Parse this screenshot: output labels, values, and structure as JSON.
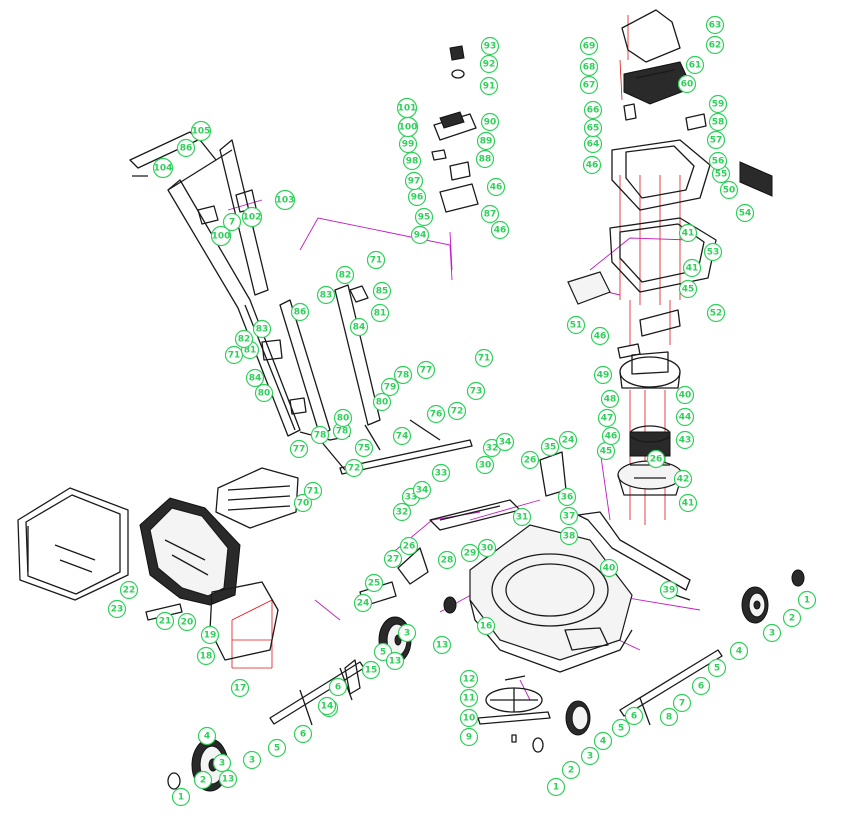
{
  "colors": {
    "callout": "#2fd05a",
    "leader": "#c41bc4",
    "assembly_line": "#e01515",
    "part_stroke": "#1a1a1a"
  },
  "callouts": [
    {
      "id": "1",
      "label": "1"
    },
    {
      "id": "2",
      "label": "2"
    },
    {
      "id": "3",
      "label": "3"
    },
    {
      "id": "4",
      "label": "4"
    },
    {
      "id": "5",
      "label": "5"
    },
    {
      "id": "6",
      "label": "6"
    },
    {
      "id": "7",
      "label": "7"
    },
    {
      "id": "8",
      "label": "8"
    },
    {
      "id": "9",
      "label": "9"
    },
    {
      "id": "10",
      "label": "10"
    },
    {
      "id": "11",
      "label": "11"
    },
    {
      "id": "12",
      "label": "12"
    },
    {
      "id": "13",
      "label": "13"
    },
    {
      "id": "14",
      "label": "14"
    },
    {
      "id": "15",
      "label": "15"
    },
    {
      "id": "16",
      "label": "16"
    },
    {
      "id": "17",
      "label": "17"
    },
    {
      "id": "18",
      "label": "18"
    },
    {
      "id": "19",
      "label": "19"
    },
    {
      "id": "20",
      "label": "20"
    },
    {
      "id": "21",
      "label": "21"
    },
    {
      "id": "22",
      "label": "22"
    },
    {
      "id": "23",
      "label": "23"
    },
    {
      "id": "24",
      "label": "24"
    },
    {
      "id": "25",
      "label": "25"
    },
    {
      "id": "26",
      "label": "26"
    },
    {
      "id": "27",
      "label": "27"
    },
    {
      "id": "28",
      "label": "28"
    },
    {
      "id": "29",
      "label": "29"
    },
    {
      "id": "30",
      "label": "30"
    },
    {
      "id": "31",
      "label": "31"
    },
    {
      "id": "32",
      "label": "32"
    },
    {
      "id": "33",
      "label": "33"
    },
    {
      "id": "34",
      "label": "34"
    },
    {
      "id": "35",
      "label": "35"
    },
    {
      "id": "36",
      "label": "36"
    },
    {
      "id": "37",
      "label": "37"
    },
    {
      "id": "38",
      "label": "38"
    },
    {
      "id": "39",
      "label": "39"
    },
    {
      "id": "40",
      "label": "40"
    },
    {
      "id": "41",
      "label": "41"
    },
    {
      "id": "42",
      "label": "42"
    },
    {
      "id": "43",
      "label": "43"
    },
    {
      "id": "44",
      "label": "44"
    },
    {
      "id": "45",
      "label": "45"
    },
    {
      "id": "46",
      "label": "46"
    },
    {
      "id": "47",
      "label": "47"
    },
    {
      "id": "48",
      "label": "48"
    },
    {
      "id": "49",
      "label": "49"
    },
    {
      "id": "50",
      "label": "50"
    },
    {
      "id": "51",
      "label": "51"
    },
    {
      "id": "52",
      "label": "52"
    },
    {
      "id": "53",
      "label": "53"
    },
    {
      "id": "54",
      "label": "54"
    },
    {
      "id": "55",
      "label": "55"
    },
    {
      "id": "56",
      "label": "56"
    },
    {
      "id": "57",
      "label": "57"
    },
    {
      "id": "58",
      "label": "58"
    },
    {
      "id": "59",
      "label": "59"
    },
    {
      "id": "60",
      "label": "60"
    },
    {
      "id": "61",
      "label": "61"
    },
    {
      "id": "62",
      "label": "62"
    },
    {
      "id": "63",
      "label": "63"
    },
    {
      "id": "64",
      "label": "64"
    },
    {
      "id": "65",
      "label": "65"
    },
    {
      "id": "66",
      "label": "66"
    },
    {
      "id": "67",
      "label": "67"
    },
    {
      "id": "68",
      "label": "68"
    },
    {
      "id": "69",
      "label": "69"
    },
    {
      "id": "70",
      "label": "70"
    },
    {
      "id": "71",
      "label": "71"
    },
    {
      "id": "72",
      "label": "72"
    },
    {
      "id": "73",
      "label": "73"
    },
    {
      "id": "74",
      "label": "74"
    },
    {
      "id": "75",
      "label": "75"
    },
    {
      "id": "76",
      "label": "76"
    },
    {
      "id": "77",
      "label": "77"
    },
    {
      "id": "78",
      "label": "78"
    },
    {
      "id": "79",
      "label": "79"
    },
    {
      "id": "80",
      "label": "80"
    },
    {
      "id": "81",
      "label": "81"
    },
    {
      "id": "82",
      "label": "82"
    },
    {
      "id": "83",
      "label": "83"
    },
    {
      "id": "84",
      "label": "84"
    },
    {
      "id": "85",
      "label": "85"
    },
    {
      "id": "86",
      "label": "86"
    },
    {
      "id": "87",
      "label": "87"
    },
    {
      "id": "88",
      "label": "88"
    },
    {
      "id": "89",
      "label": "89"
    },
    {
      "id": "90",
      "label": "90"
    },
    {
      "id": "91",
      "label": "91"
    },
    {
      "id": "92",
      "label": "92"
    },
    {
      "id": "93",
      "label": "93"
    },
    {
      "id": "94",
      "label": "94"
    },
    {
      "id": "95",
      "label": "95"
    },
    {
      "id": "96",
      "label": "96"
    },
    {
      "id": "97",
      "label": "97"
    },
    {
      "id": "98",
      "label": "98"
    },
    {
      "id": "99",
      "label": "99"
    },
    {
      "id": "100",
      "label": "100"
    },
    {
      "id": "101",
      "label": "101"
    },
    {
      "id": "102",
      "label": "102"
    },
    {
      "id": "103",
      "label": "103"
    },
    {
      "id": "104",
      "label": "104"
    },
    {
      "id": "105",
      "label": "105"
    }
  ]
}
